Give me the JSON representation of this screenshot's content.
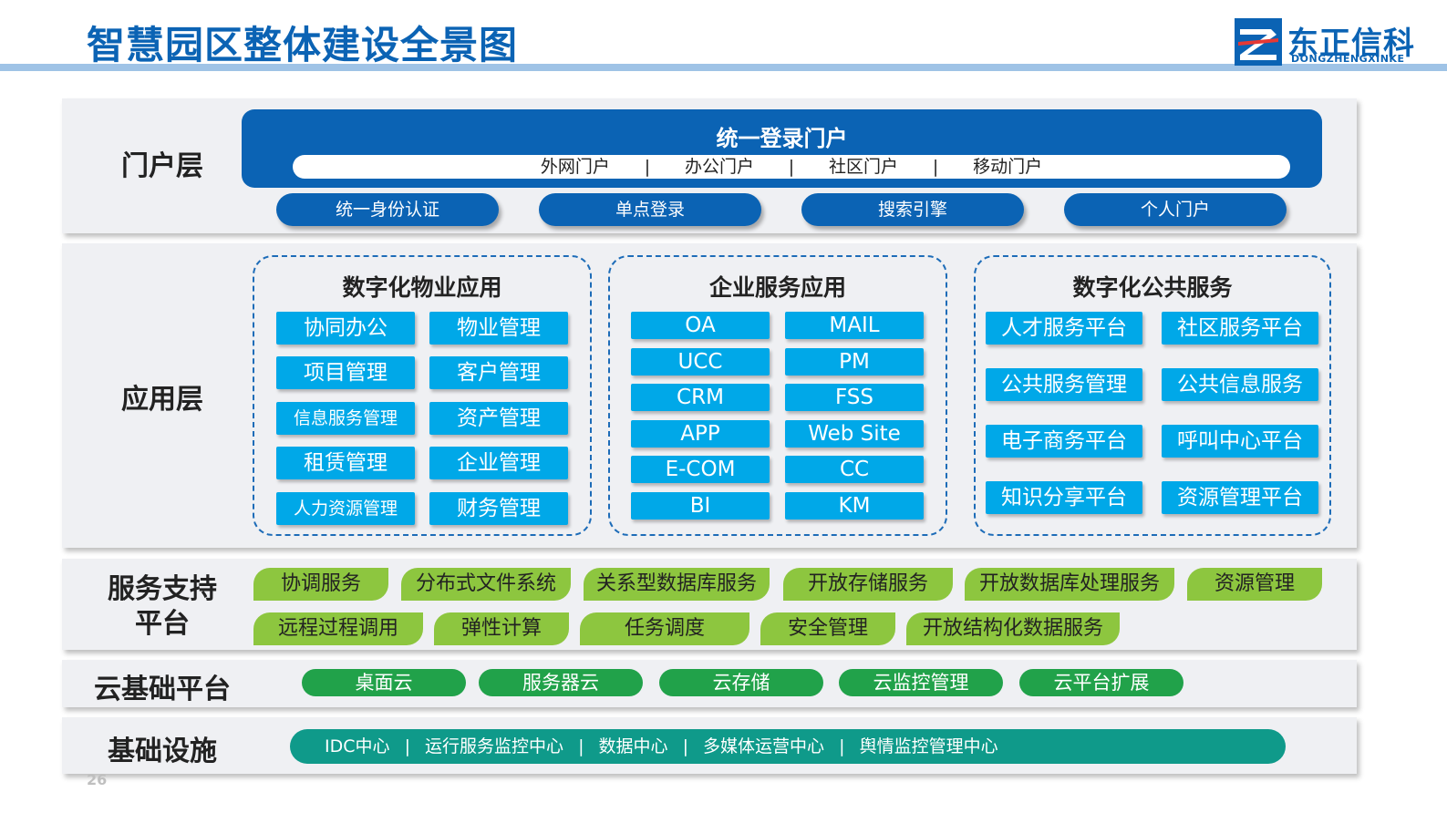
{
  "title": "智慧园区整体建设全景图",
  "logo": {
    "name": "东正信科",
    "sub": "DONGZHENGXINKE"
  },
  "colors": {
    "primary_blue": "#0b63b4",
    "tile_blue": "#00a8e8",
    "light_green": "#8dc63f",
    "dark_green": "#21a24a",
    "teal": "#0f9a8a",
    "panel_bg": "#eff0f3"
  },
  "portal": {
    "label": "门户层",
    "banner_title": "统一登录门户",
    "banner_items": [
      "外网门户",
      "办公门户",
      "社区门户",
      "移动门户"
    ],
    "separator": "|",
    "pills": [
      "统一身份认证",
      "单点登录",
      "搜索引擎",
      "个人门户"
    ]
  },
  "application": {
    "label": "应用层",
    "groups": [
      {
        "title": "数字化物业应用",
        "items": [
          "协同办公",
          "物业管理",
          "项目管理",
          "客户管理",
          "信息服务管理",
          "资产管理",
          "租赁管理",
          "企业管理",
          "人力资源管理",
          "财务管理"
        ]
      },
      {
        "title": "企业服务应用",
        "items": [
          "OA",
          "MAIL",
          "UCC",
          "PM",
          "CRM",
          "FSS",
          "APP",
          "Web Site",
          "E-COM",
          "CC",
          "BI",
          "KM"
        ]
      },
      {
        "title": "数字化公共服务",
        "items": [
          "人才服务平台",
          "社区服务平台",
          "公共服务管理",
          "公共信息服务",
          "电子商务平台",
          "呼叫中心平台",
          "知识分享平台",
          "资源管理平台"
        ]
      }
    ]
  },
  "service_support": {
    "label_line1": "服务支持",
    "label_line2": "平台",
    "row1": [
      "协调服务",
      "分布式文件系统",
      "关系型数据库服务",
      "开放存储服务",
      "开放数据库处理服务",
      "资源管理"
    ],
    "row2": [
      "远程过程调用",
      "弹性计算",
      "任务调度",
      "安全管理",
      "开放结构化数据服务"
    ]
  },
  "cloud": {
    "label": "云基础平台",
    "items": [
      "桌面云",
      "服务器云",
      "云存储",
      "云监控管理",
      "云平台扩展"
    ]
  },
  "infrastructure": {
    "label": "基础设施",
    "items": [
      "IDC中心",
      "运行服务监控中心",
      "数据中心",
      "多媒体运营中心",
      "舆情监控管理中心"
    ],
    "separator": "|"
  },
  "page_number": "26"
}
